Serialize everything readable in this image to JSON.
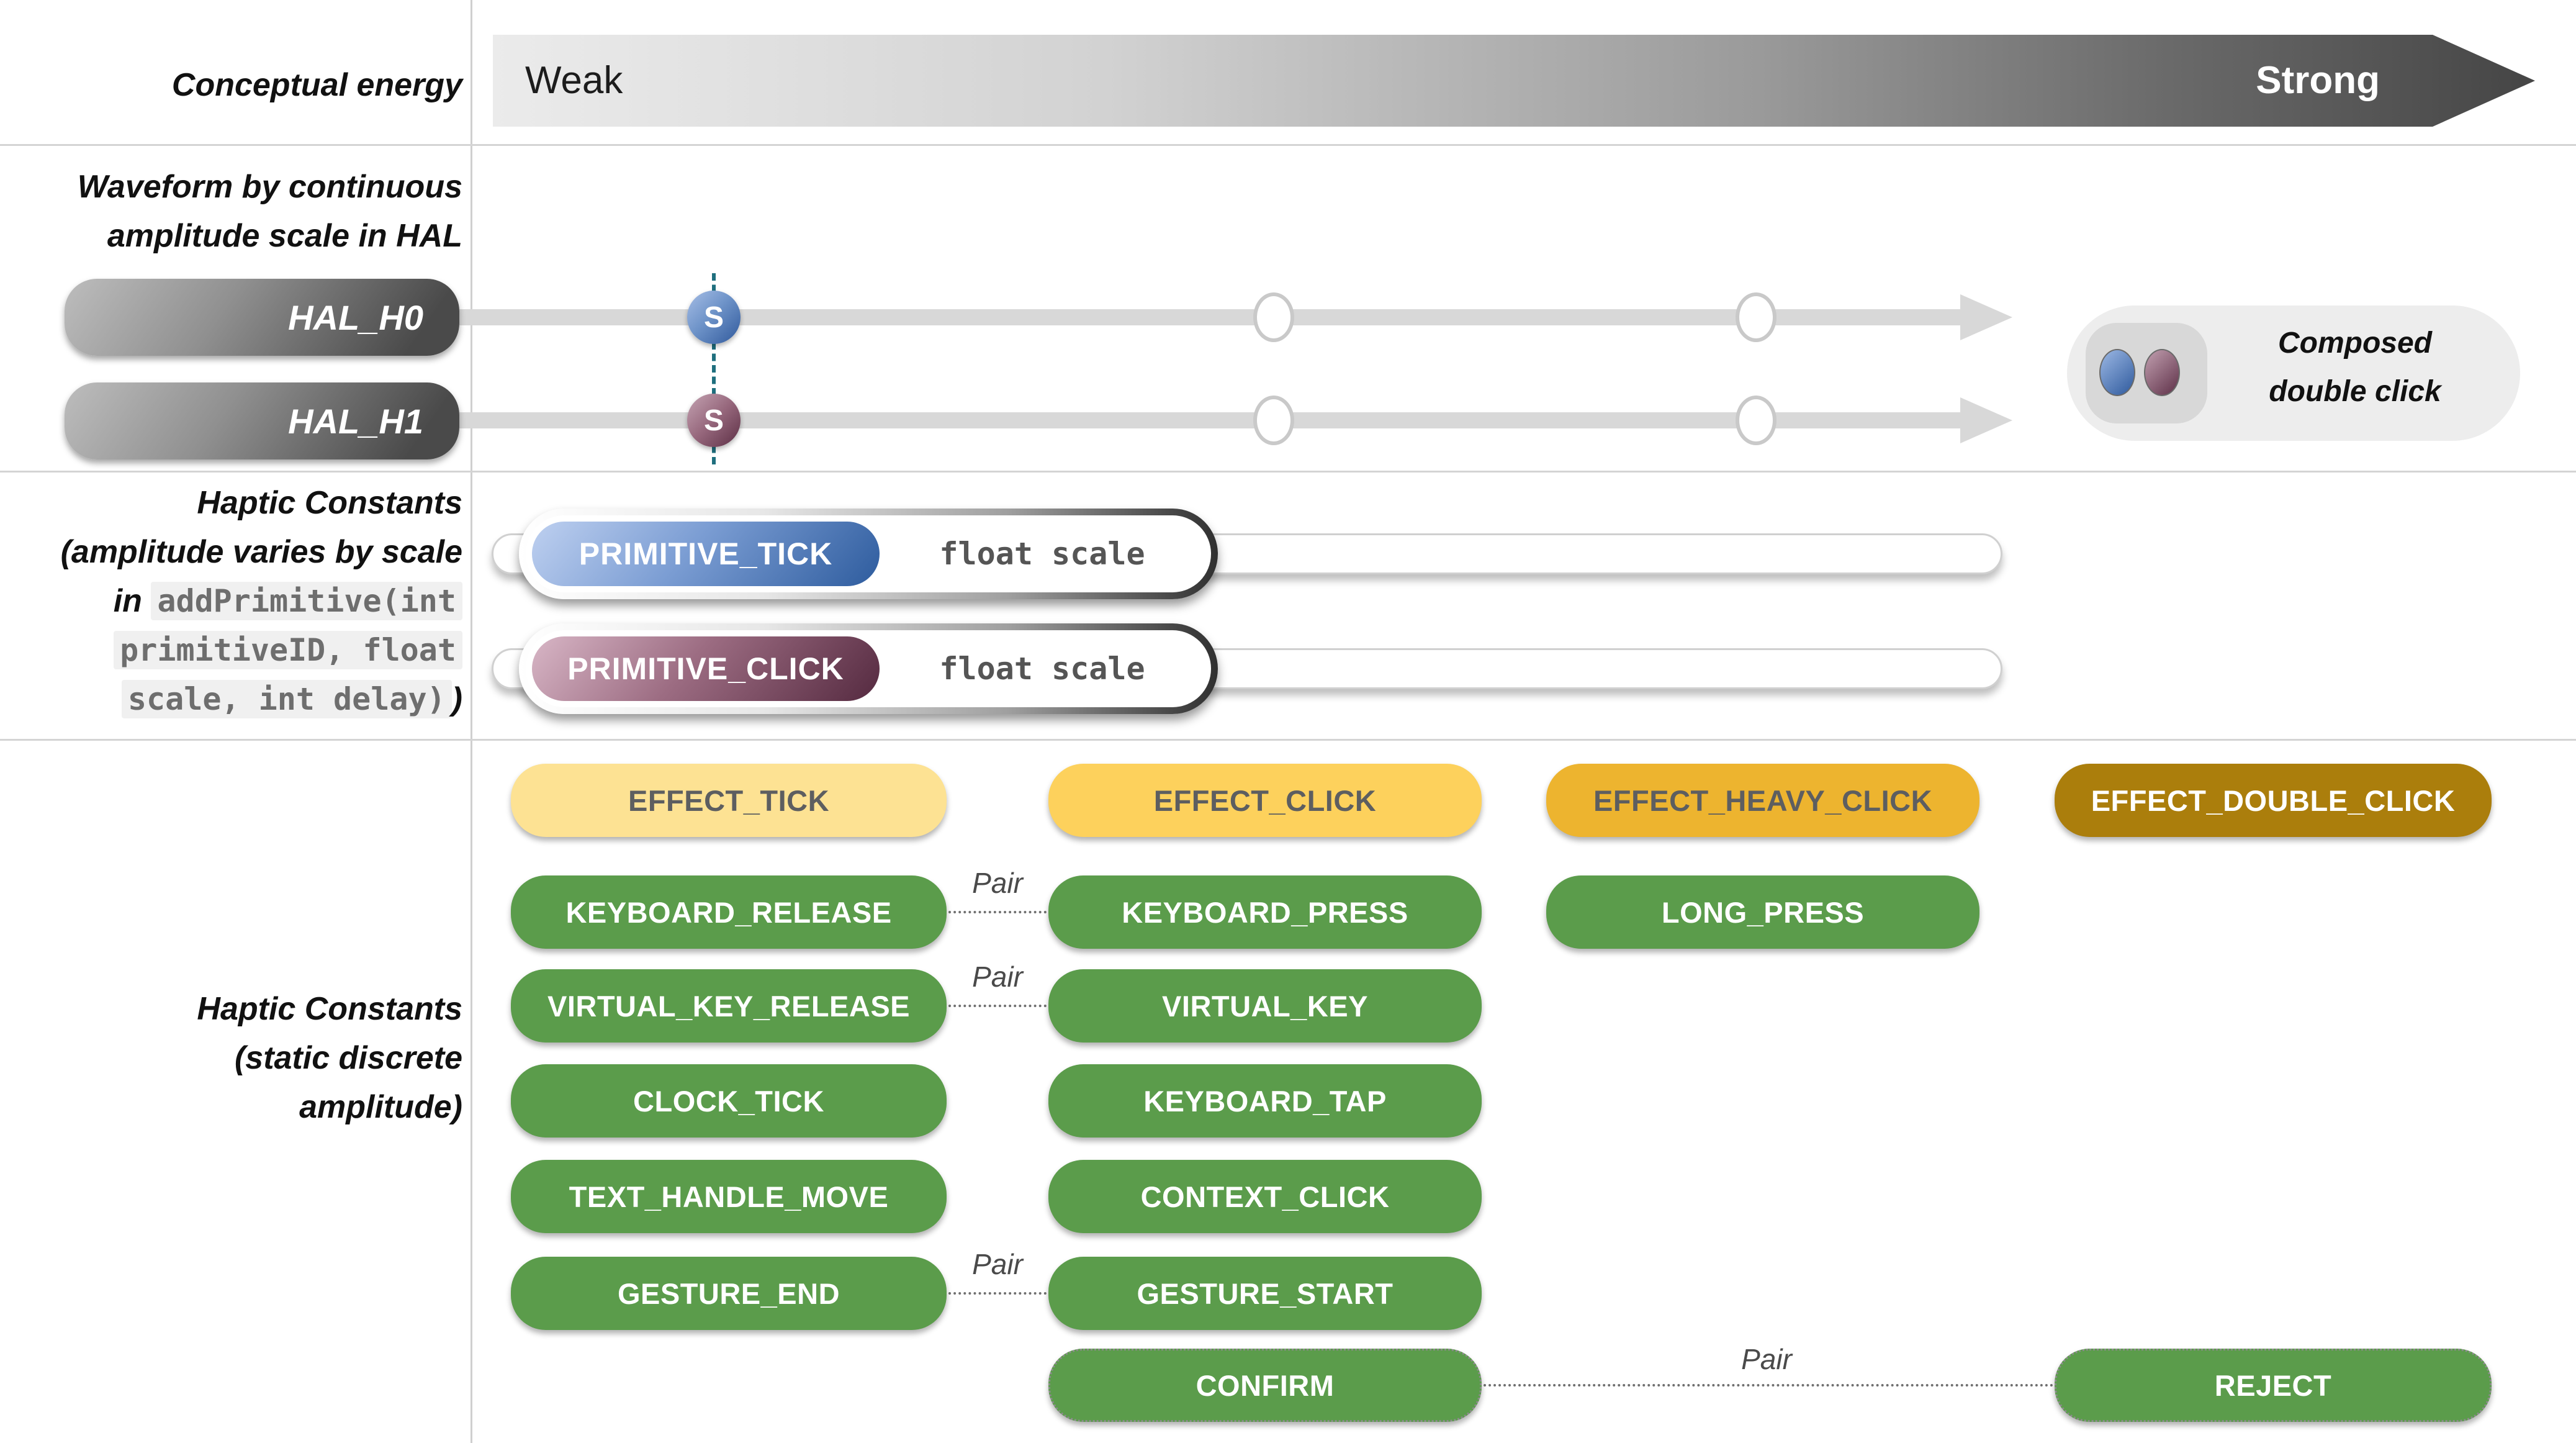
{
  "header": {
    "label": "Conceptual energy",
    "weak": "Weak",
    "strong": "Strong"
  },
  "hal": {
    "label_line1": "Waveform by continuous",
    "label_line2": "amplitude scale in HAL",
    "rows": [
      {
        "label": "HAL_H0",
        "marker": "S"
      },
      {
        "label": "HAL_H1",
        "marker": "S"
      }
    ],
    "composed": {
      "line1": "Composed",
      "line2": "double click"
    }
  },
  "primitives": {
    "label_line1": "Haptic Constants",
    "label_line2": "(amplitude varies by scale",
    "label_line3_prefix": "in ",
    "label_line3_code": "addPrimitive(int",
    "label_line4_code": "primitiveID, float",
    "label_line5_code": "scale, int delay)",
    "label_line5_suffix": ")",
    "sliders": [
      {
        "label": "PRIMITIVE_TICK",
        "param": "float scale"
      },
      {
        "label": "PRIMITIVE_CLICK",
        "param": "float scale"
      }
    ]
  },
  "constants": {
    "label_line1": "Haptic Constants",
    "label_line2": "(static discrete",
    "label_line3": "amplitude)",
    "pair_label": "Pair",
    "buttons": [
      {
        "label": "EFFECT_TICK"
      },
      {
        "label": "EFFECT_CLICK"
      },
      {
        "label": "EFFECT_HEAVY_CLICK"
      },
      {
        "label": "EFFECT_DOUBLE_CLICK"
      },
      {
        "label": "KEYBOARD_RELEASE"
      },
      {
        "label": "KEYBOARD_PRESS"
      },
      {
        "label": "LONG_PRESS"
      },
      {
        "label": "VIRTUAL_KEY_RELEASE"
      },
      {
        "label": "VIRTUAL_KEY"
      },
      {
        "label": "CLOCK_TICK"
      },
      {
        "label": "KEYBOARD_TAP"
      },
      {
        "label": "TEXT_HANDLE_MOVE"
      },
      {
        "label": "CONTEXT_CLICK"
      },
      {
        "label": "GESTURE_END"
      },
      {
        "label": "GESTURE_START"
      },
      {
        "label": "CONFIRM"
      },
      {
        "label": "REJECT"
      }
    ]
  },
  "colors": {
    "green": "#5b9c4b",
    "yellow_light": "#fde293",
    "yellow": "#fdd15c",
    "amber": "#edb42f",
    "gold": "#ab7e0c",
    "blue_dark": "#2e5c9e",
    "blue_light": "#bed0f0",
    "mauve_dark": "#552a40",
    "mauve_light": "#d8b6c6",
    "teal_guide": "#1f6f7e",
    "track_gray": "#d8d8d8",
    "divider": "#cfcfcf"
  }
}
